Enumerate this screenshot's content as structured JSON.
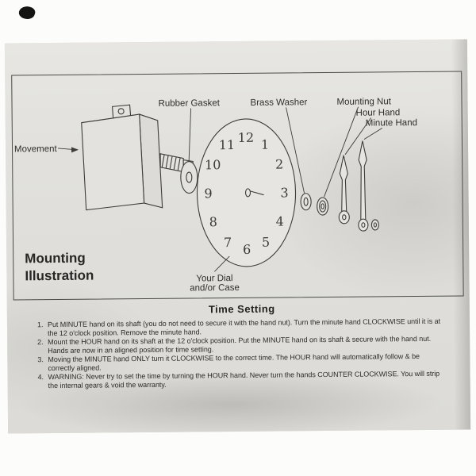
{
  "colors": {
    "ink": "#3c3c3a",
    "paper": "#e2e1dd"
  },
  "diagram": {
    "labels": {
      "movement": "Movement",
      "rubber_gasket": "Rubber Gasket",
      "brass_washer": "Brass Washer",
      "mounting_nut": "Mounting Nut",
      "hour_hand": "Hour Hand",
      "minute_hand": "Minute Hand",
      "dial_line1": "Your Dial",
      "dial_line2": "and/or Case",
      "title_line1": "Mounting",
      "title_line2": "Illustration"
    },
    "dial_numbers": [
      "12",
      "1",
      "2",
      "3",
      "4",
      "5",
      "6",
      "7",
      "8",
      "9",
      "10",
      "11"
    ]
  },
  "instructions": {
    "title": "Time Setting",
    "items": [
      {
        "num": "1.",
        "text": "Put MINUTE hand on its shaft (you do not need to secure it with the hand nut). Turn the minute hand CLOCKWISE until it is at the 12 o'clock position. Remove the minute hand."
      },
      {
        "num": "2.",
        "text": "Mount the HOUR hand on its shaft at the 12 o'clock position. Put the MINUTE hand on its shaft & secure with the hand nut.  Hands are now in an aligned position for time setting."
      },
      {
        "num": "3.",
        "text": "Moving the MINUTE hand ONLY turn it CLOCKWISE to the correct time.  The HOUR hand will automatically follow & be correctly aligned."
      },
      {
        "num": "4.",
        "text": "WARNING:  Never try to set the time by turning the HOUR hand. Never turn the hands COUNTER CLOCKWISE. You will strip the internal gears & void the warranty."
      }
    ]
  }
}
